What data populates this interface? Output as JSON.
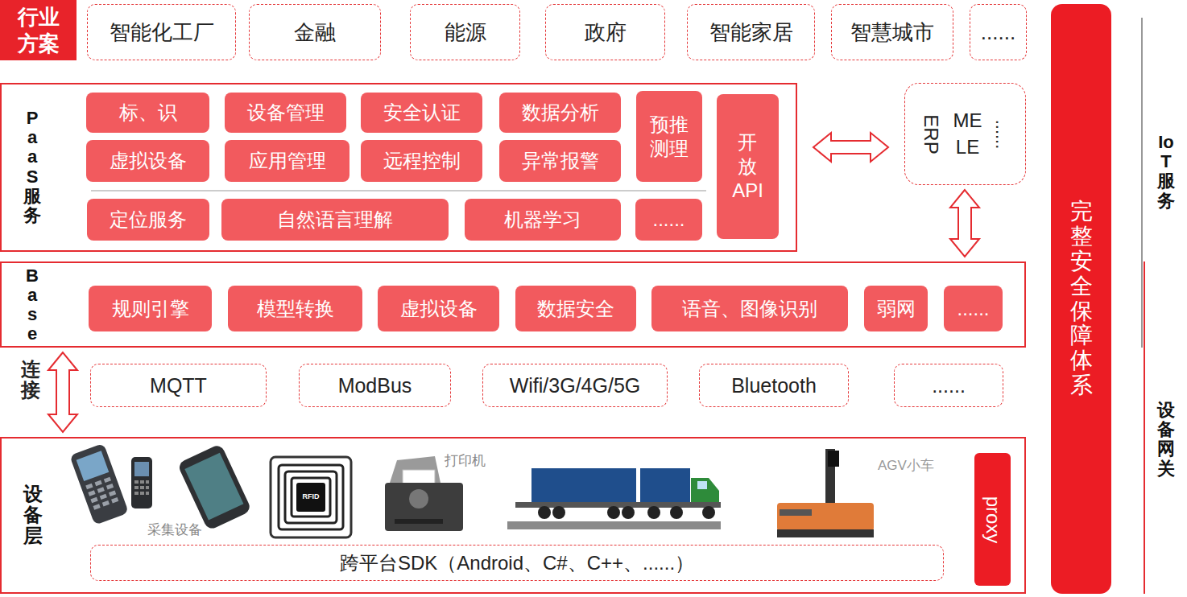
{
  "diagram": {
    "nodes": [
      {
        "text": [
          "行业方案"
        ]
      },
      {
        "text": [
          "智能化工厂"
        ]
      },
      {
        "text": [
          "金融"
        ]
      },
      {
        "text": [
          "能源"
        ]
      },
      {
        "text": [
          "政府"
        ]
      },
      {
        "text": [
          "智能家居"
        ]
      },
      {
        "text": [
          "智慧城市"
        ]
      },
      {
        "text": [
          "......"
        ]
      },
      {
        "text": [
          "PaaS服务"
        ]
      },
      {
        "text": [
          "标、识"
        ],
        "in": 8
      },
      {
        "text": [
          "设备管理"
        ],
        "in": 8
      },
      {
        "text": [
          "安全认证"
        ],
        "in": 8
      },
      {
        "text": [
          "数据分析"
        ],
        "in": 8
      },
      {
        "text": [
          "预推测理"
        ],
        "in": 8
      },
      {
        "text": [
          "开放API"
        ],
        "in": 8
      },
      {
        "text": [
          "虚拟设备"
        ],
        "in": 8
      },
      {
        "text": [
          "应用管理"
        ],
        "in": 8
      },
      {
        "text": [
          "远程控制"
        ],
        "in": 8
      },
      {
        "text": [
          "异常报警"
        ],
        "in": 8
      },
      {
        "text": [
          "定位服务"
        ],
        "in": 8
      },
      {
        "text": [
          "自然语言理解"
        ],
        "in": 8
      },
      {
        "text": [
          "机器学习"
        ],
        "in": 8
      },
      {
        "text": [
          "......"
        ],
        "in": 8
      },
      {
        "text": [
          "ERP",
          "ME LE",
          "......"
        ]
      },
      {
        "text": [
          "Base"
        ]
      },
      {
        "text": [
          "规则引擎"
        ],
        "in": 24
      },
      {
        "text": [
          "模型转换"
        ],
        "in": 24
      },
      {
        "text": [
          "虚拟设备"
        ],
        "in": 24
      },
      {
        "text": [
          "数据安全"
        ],
        "in": 24
      },
      {
        "text": [
          "语音、图像识别"
        ],
        "in": 24
      },
      {
        "text": [
          "弱网"
        ],
        "in": 24
      },
      {
        "text": [
          "......"
        ],
        "in": 24
      },
      {
        "text": [
          "MQTT"
        ]
      },
      {
        "text": [
          "ModBus"
        ]
      },
      {
        "text": [
          "Wifi/3G/4G/5G"
        ]
      },
      {
        "text": [
          "Bluetooth"
        ]
      },
      {
        "text": [
          "......"
        ]
      },
      {
        "text": [
          "设备层"
        ]
      },
      {
        "text": [
          "proxy"
        ],
        "in": 37
      },
      {
        "text": [
          "跨平台SDK（Android、C#、C++、......）"
        ],
        "in": 37
      },
      {
        "text": [
          "完整安全保障体系"
        ]
      }
    ],
    "edges": [
      {
        "from": 8,
        "to": 23,
        "arrow": "both"
      },
      {
        "from": 23,
        "to": 24,
        "arrow": "both"
      },
      {
        "from": 24,
        "to": 37,
        "arrow": "both"
      }
    ],
    "labels": [
      "连接",
      "采集设备",
      "RFID",
      "打印机",
      "AGV小车",
      "IoT服务",
      "设备网关"
    ]
  }
}
